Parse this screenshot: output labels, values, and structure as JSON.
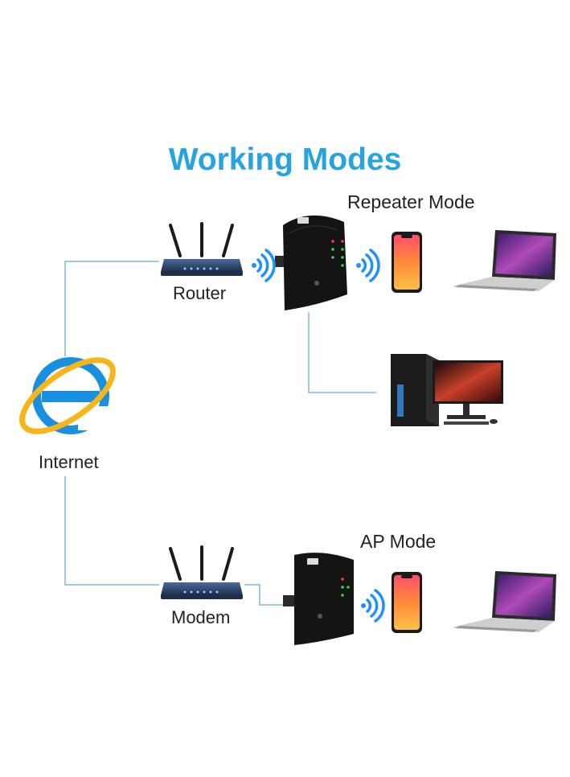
{
  "title": "Working Modes",
  "colors": {
    "title": "#27a3e0",
    "connector": "#7fb8d6",
    "signal": "#1e90ff",
    "router": "#2f4468",
    "extender": "#141414",
    "ie_blue": "#1a8fe0",
    "ie_ring": "#f5b51b"
  },
  "labels": {
    "repeater_mode": "Repeater Mode",
    "ap_mode": "AP Mode",
    "router": "Router",
    "modem": "Modem",
    "internet": "Internet"
  },
  "icons": [
    "internet-explorer-icon",
    "router-icon",
    "wifi-extender-icon",
    "wifi-signal-icon",
    "smartphone-icon",
    "laptop-icon",
    "desktop-pc-icon"
  ]
}
